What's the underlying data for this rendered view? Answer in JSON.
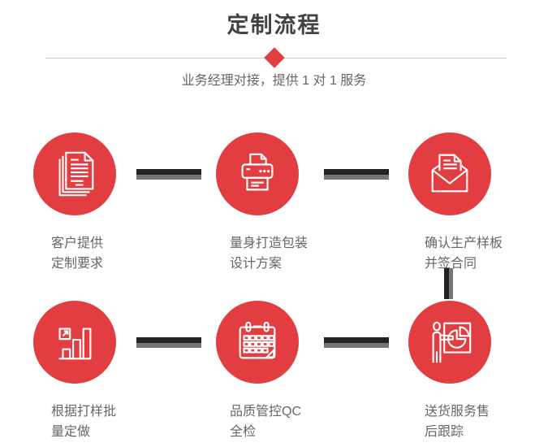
{
  "header": {
    "title": "定制流程",
    "subtitle": "业务经理对接，提供 1 对 1 服务"
  },
  "colors": {
    "accent_red": "#e23d40",
    "title_text": "#424242",
    "body_text": "#666666",
    "divider": "#cccccc",
    "connector_dark": "#222222",
    "connector_light": "#757575",
    "icon_stroke": "#ffffff"
  },
  "steps": [
    {
      "icon": "documents-icon",
      "line1": "客户提供",
      "line2": "定制要求"
    },
    {
      "icon": "printer-icon",
      "line1": "量身打造包装",
      "line2": "设计方案"
    },
    {
      "icon": "envelope-icon",
      "line1": "确认生产样板",
      "line2": "并签合同"
    },
    {
      "icon": "bar-chart-icon",
      "line1": "根据打样批",
      "line2": "量定做"
    },
    {
      "icon": "calendar-icon",
      "line1": "品质管控QC",
      "line2": "全检"
    },
    {
      "icon": "presentation-icon",
      "line1": "送货服务售",
      "line2": "后跟踪"
    }
  ]
}
